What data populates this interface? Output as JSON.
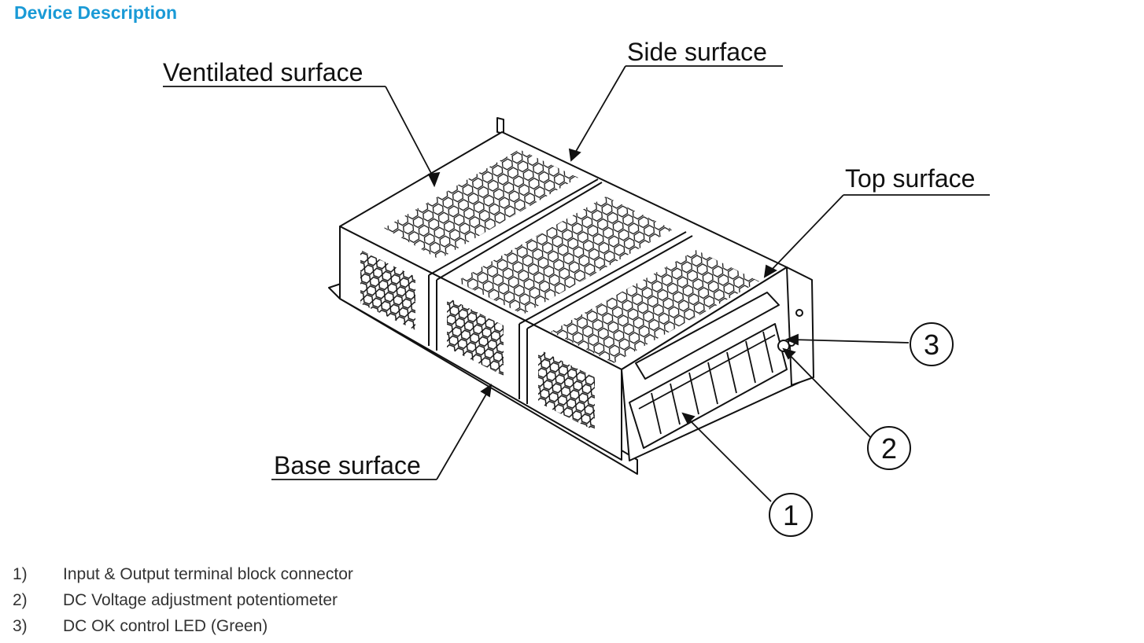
{
  "header": {
    "title": "Device Description"
  },
  "diagram": {
    "labels": {
      "ventilated_surface": "Ventilated surface",
      "side_surface": "Side surface",
      "top_surface": "Top surface",
      "base_surface": "Base surface"
    },
    "callouts": {
      "one": "1",
      "two": "2",
      "three": "3"
    }
  },
  "legend": {
    "items": [
      {
        "num": "1)",
        "text": "Input & Output terminal block connector"
      },
      {
        "num": "2)",
        "text": "DC Voltage adjustment potentiometer"
      },
      {
        "num": "3)",
        "text": "DC OK control LED (Green)"
      }
    ]
  },
  "colors": {
    "title": "#1a9ad6",
    "line": "#111111"
  }
}
